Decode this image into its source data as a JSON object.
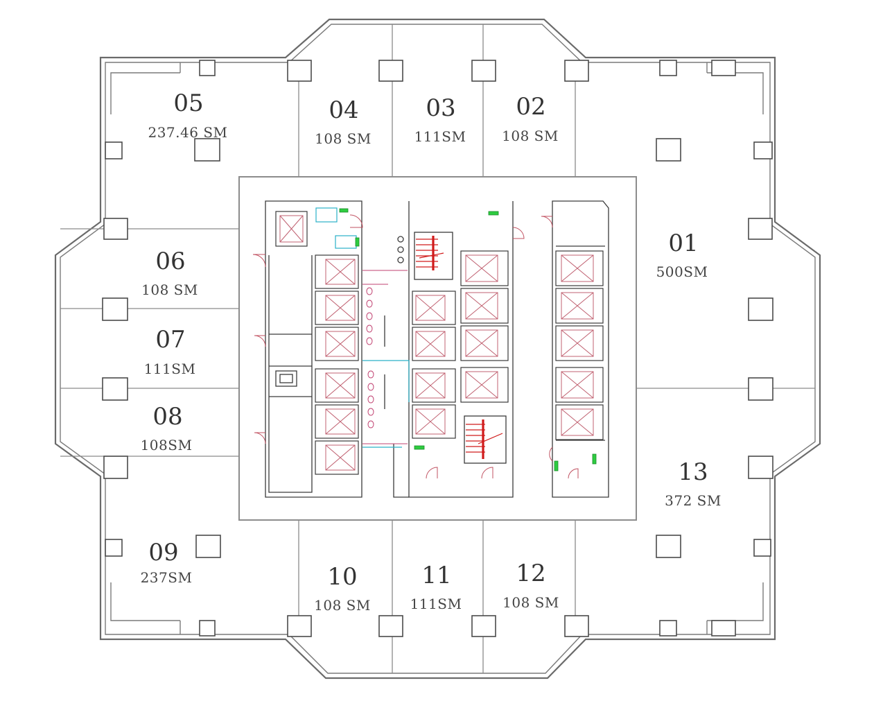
{
  "units": [
    {
      "id": "01",
      "area": "500SM"
    },
    {
      "id": "02",
      "area": "108 SM"
    },
    {
      "id": "03",
      "area": "111SM"
    },
    {
      "id": "04",
      "area": "108 SM"
    },
    {
      "id": "05",
      "area": "237.46 SM"
    },
    {
      "id": "06",
      "area": "108 SM"
    },
    {
      "id": "07",
      "area": "111SM"
    },
    {
      "id": "08",
      "area": "108SM"
    },
    {
      "id": "09",
      "area": "237SM"
    },
    {
      "id": "10",
      "area": "108 SM"
    },
    {
      "id": "11",
      "area": "111SM"
    },
    {
      "id": "12",
      "area": "108 SM"
    },
    {
      "id": "13",
      "area": "372 SM"
    }
  ]
}
